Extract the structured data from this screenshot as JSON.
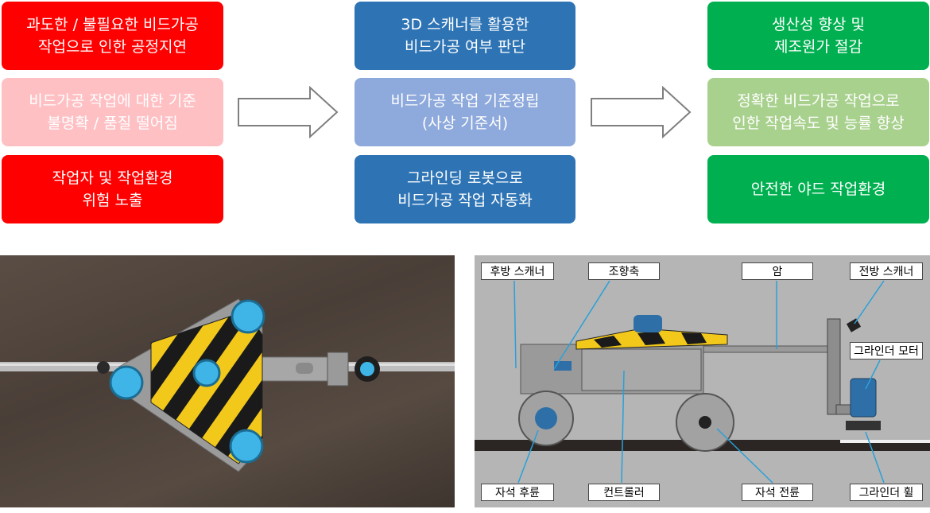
{
  "flow": {
    "problems": [
      {
        "text": "과도한 / 불필요한 비드가공\n작업으로 인한 공정지연",
        "tone": "strong"
      },
      {
        "text": "비드가공 작업에 대한 기준\n불명확 / 품질 떨어짐",
        "tone": "light"
      },
      {
        "text": "작업자 및 작업환경\n위험 노출",
        "tone": "strong"
      }
    ],
    "solutions": [
      {
        "text": "3D 스캐너를 활용한\n비드가공 여부 판단",
        "tone": "strong"
      },
      {
        "text": "비드가공 작업 기준정립\n(사상 기준서)",
        "tone": "light"
      },
      {
        "text": "그라인딩 로봇으로\n비드가공 작업 자동화",
        "tone": "strong"
      }
    ],
    "benefits": [
      {
        "text": "생산성 향상 및\n제조원가 절감",
        "tone": "strong"
      },
      {
        "text": "정확한 비드가공 작업으로\n인한 작업속도 및 능률 향상",
        "tone": "light"
      },
      {
        "text": "안전한 야드 작업환경",
        "tone": "strong"
      }
    ],
    "colors": {
      "problem_strong": "#ff0000",
      "problem_light": "#ffc0c4",
      "solution_strong": "#2e74b5",
      "solution_light": "#8ea9db",
      "benefit_strong": "#00b050",
      "benefit_light": "#a9d18e"
    }
  },
  "robot_diagram": {
    "labels": {
      "rear_scanner": "후방 스캐너",
      "steering_axis": "조향축",
      "arm": "암",
      "front_scanner": "전방 스캐너",
      "grinder_motor": "그라인더 모터",
      "magnetic_rear_wheel": "자석 후륜",
      "controller": "컨트롤러",
      "magnetic_front_wheel": "자석 전륜",
      "grinder_wheel": "그라인더 휠"
    }
  }
}
